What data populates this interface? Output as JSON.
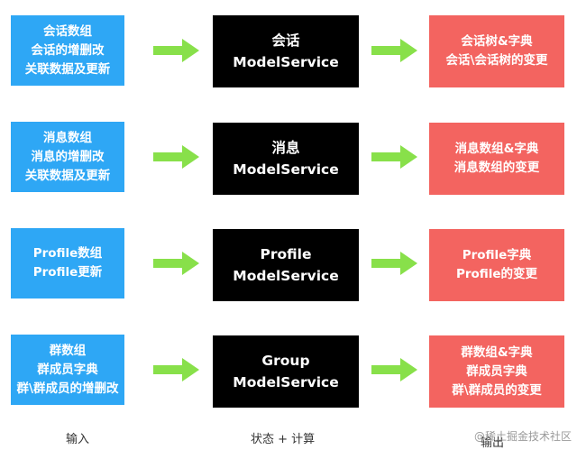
{
  "colors": {
    "input": "#2ea7f5",
    "service": "#000000",
    "output": "#f36460",
    "arrow": "#88e04a"
  },
  "rows": [
    {
      "input": [
        "会话数组",
        "会话的增删改",
        "关联数据及更新"
      ],
      "service": [
        "会话",
        "ModelService"
      ],
      "output": [
        "会话树&字典",
        "会话\\会话树的变更"
      ]
    },
    {
      "input": [
        "消息数组",
        "消息的增删改",
        "关联数据及更新"
      ],
      "service": [
        "消息",
        "ModelService"
      ],
      "output": [
        "消息数组&字典",
        "消息数组的变更"
      ]
    },
    {
      "input": [
        "Profile数组",
        "Profile更新"
      ],
      "service": [
        "Profile",
        "ModelService"
      ],
      "output": [
        "Profile字典",
        "Profile的变更"
      ]
    },
    {
      "input": [
        "群数组",
        "群成员字典",
        "群\\群成员的增删改"
      ],
      "service": [
        "Group",
        "ModelService"
      ],
      "output": [
        "群数组&字典",
        "群成员字典",
        "群\\群成员的变更"
      ]
    }
  ],
  "labels": {
    "input": "输入",
    "service": "状态 + 计算",
    "output": "输出"
  },
  "watermark": "@稀土掘金技术社区"
}
